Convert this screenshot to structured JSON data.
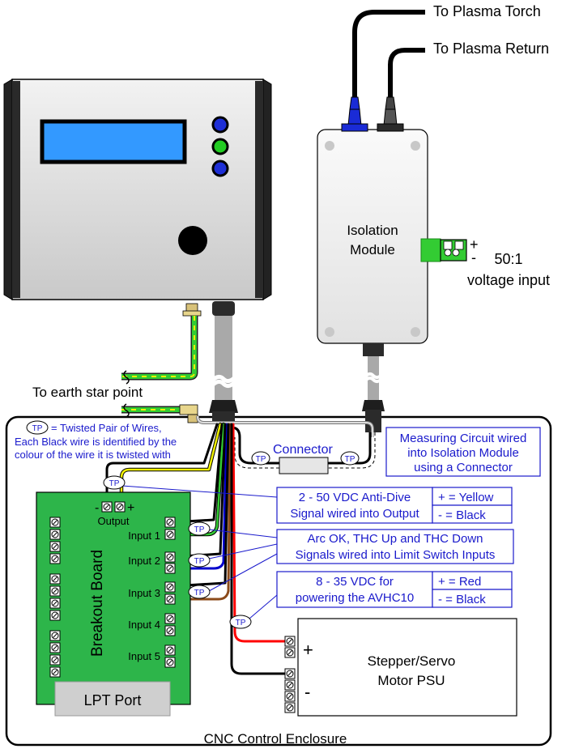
{
  "labels": {
    "to_torch": "To Plasma Torch",
    "to_return": "To Plasma Return",
    "isolation_line1": "Isolation",
    "isolation_line2": "Module",
    "voltage_plus": "+",
    "voltage_minus": "-",
    "voltage_line1": "50:1",
    "voltage_line2": "voltage input",
    "earth": "To earth star point",
    "tp_line1": "= Twisted Pair of Wires,",
    "tp_line2": "Each Black wire is identified by the",
    "tp_line3": "colour of the wire it is twisted with",
    "tp": "TP",
    "connector": "Connector",
    "measuring_line1": "Measuring Circuit wired",
    "measuring_line2": "into Isolation Module",
    "measuring_line3": "using a Connector",
    "antidive_line1": "2 - 50 VDC Anti-Dive",
    "antidive_line2": "Signal wired into Output",
    "antidive_plus": "+ = Yellow",
    "antidive_minus": "-  = Black",
    "arcok_line1": "Arc OK, THC Up and THC Down",
    "arcok_line2": "Signals wired into Limit Switch Inputs",
    "power_line1": "8 - 35 VDC for",
    "power_line2": "powering the AVHC10",
    "power_plus": "+ = Red",
    "power_minus": "-  = Black",
    "output_minus": "-",
    "output_plus": "+",
    "output": "Output",
    "input1": "Input 1",
    "input2": "Input 2",
    "input3": "Input 3",
    "input4": "Input 4",
    "input5": "Input 5",
    "breakout": "Breakout Board",
    "lpt": "LPT Port",
    "psu_line1": "Stepper/Servo",
    "psu_line2": "Motor PSU",
    "psu_plus": "+",
    "psu_minus": "-",
    "enclosure": "CNC Control Enclosure"
  },
  "colors": {
    "blue_text": "#1a1acc",
    "board_green": "#2db54a",
    "lcd_blue": "#3399ff",
    "wire_yellow": "#f0f000",
    "wire_red": "#ff0000",
    "wire_blue": "#0000cc",
    "wire_brown": "#8b4a1a",
    "wire_green": "#33cc33"
  }
}
